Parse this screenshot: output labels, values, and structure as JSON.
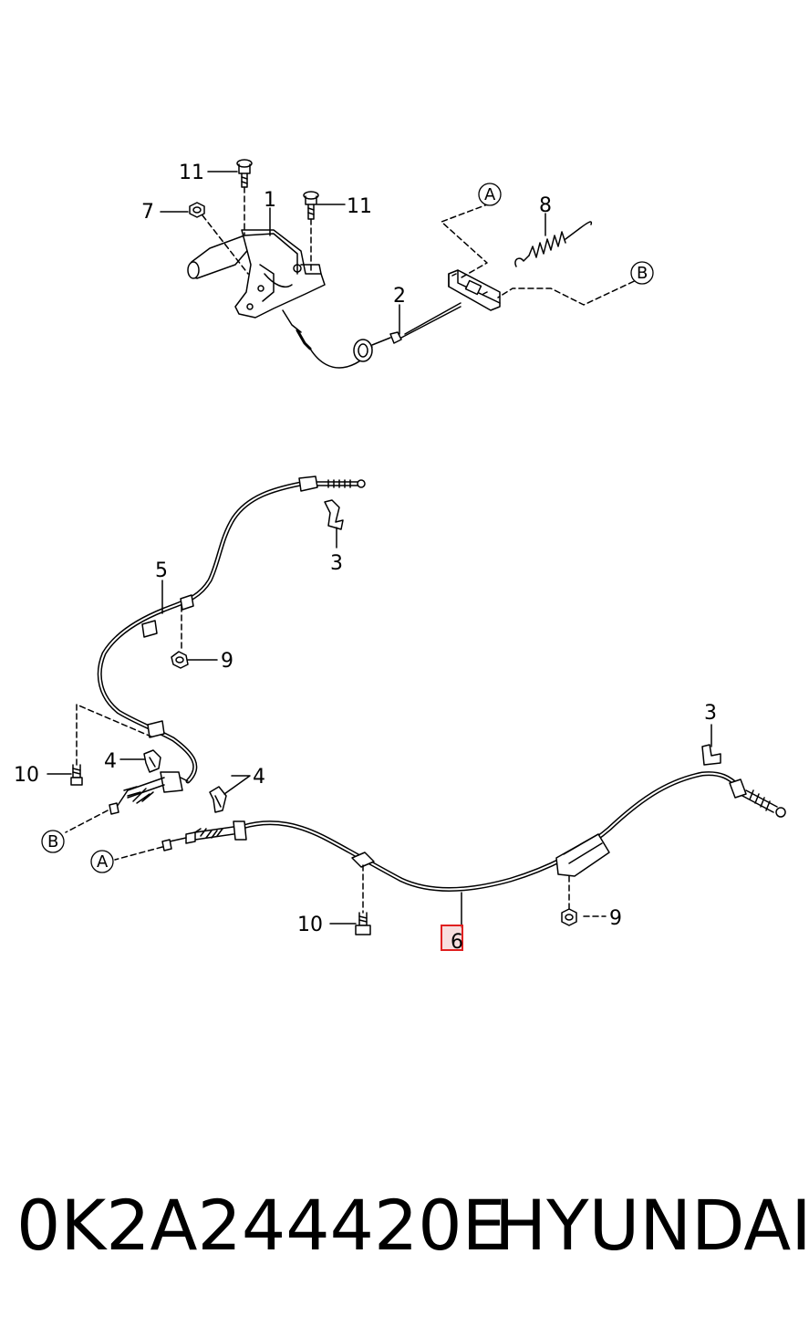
{
  "callouts": {
    "c11a": "11",
    "c1": "1",
    "c11b": "11",
    "c7": "7",
    "cA1": "A",
    "c8": "8",
    "c2": "2",
    "cB1": "B",
    "c5": "5",
    "c3a": "3",
    "c9a": "9",
    "c10a": "10",
    "c4a": "4",
    "c4b": "4",
    "cB2": "B",
    "cA2": "A",
    "c3b": "3",
    "c10b": "10",
    "c6": "6",
    "c9b": "9"
  },
  "footer": {
    "part_number": "0K2A244420E",
    "brand": "HYUNDAI"
  },
  "colors": {
    "line": "#000000",
    "highlight_box": "#e02020",
    "highlight_fill": "#f2c8c8"
  }
}
